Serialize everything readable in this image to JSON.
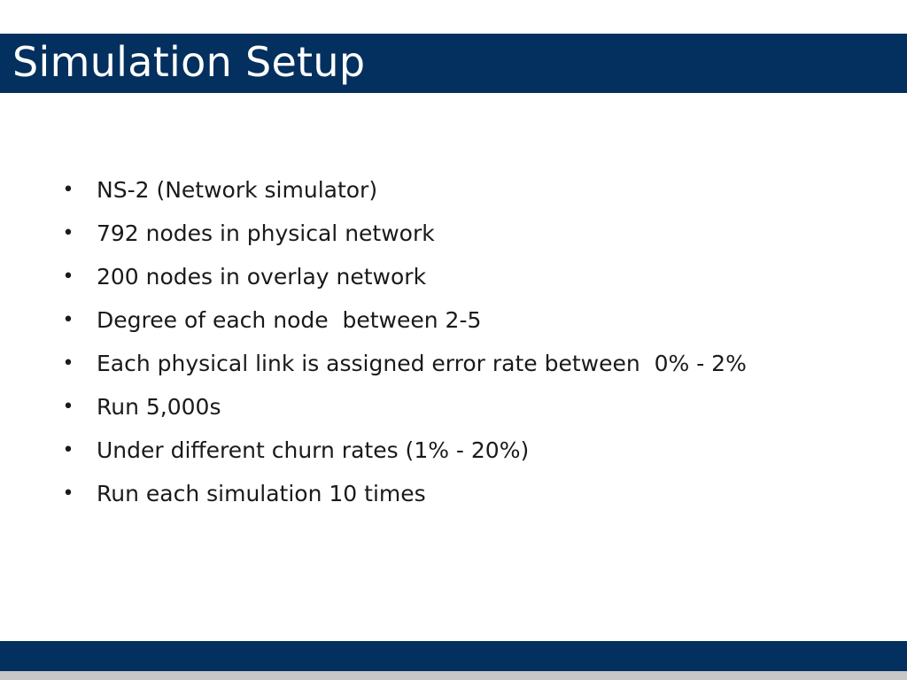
{
  "slide": {
    "title": "Simulation Setup",
    "bullets": [
      "NS-2 (Network simulator)",
      "792 nodes in physical network",
      "200 nodes in overlay network",
      "Degree of each node  between 2-5",
      "Each physical link is assigned error rate between  0% - 2%",
      "Run 5,000s",
      "Under different churn rates (1% - 20%)",
      "Run each simulation 10 times"
    ],
    "bullet_symbol": "•"
  },
  "colors": {
    "title_bar": "#03305e",
    "footer_bar": "#03305e",
    "footer_strip": "#c7c7c7",
    "title_text": "#ffffff",
    "body_text": "#1a1a1a"
  }
}
